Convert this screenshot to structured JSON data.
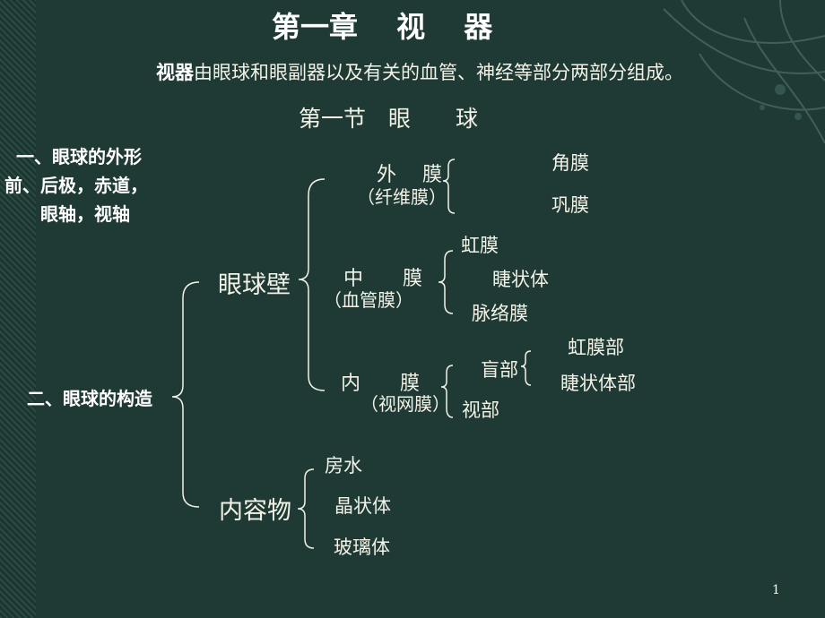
{
  "slide": {
    "title": "第一章　 视　 器",
    "intro_bold": "视器",
    "intro_rest": "由眼球和眼副器以及有关的血管、神经等部分两部分组成。",
    "section_title": "第一节　眼　　球",
    "left_heading1": [
      "一、眼球的外形",
      "前、后极，赤道，",
      "眼轴，视轴"
    ],
    "left_heading2": "二、眼球的构造",
    "page_number": "1"
  },
  "tree": {
    "wall": {
      "label": "眼球壁",
      "outer": {
        "label": "外　 膜",
        "sub": "（纤维膜）",
        "children": [
          "角膜",
          "巩膜"
        ]
      },
      "middle": {
        "label": "中　　膜",
        "sub": "（血管膜）",
        "children": [
          "虹膜",
          "睫状体",
          "脉络膜"
        ]
      },
      "inner": {
        "label": "内　　膜",
        "sub": "（视网膜）",
        "blind": {
          "label": "盲部",
          "children": [
            "虹膜部",
            "睫状体部"
          ]
        },
        "visual": "视部"
      }
    },
    "contents": {
      "label": "内容物",
      "children": [
        "房水",
        "晶状体",
        "玻璃体"
      ]
    }
  },
  "colors": {
    "background": "#1f3a35",
    "text": "#f2f2e6"
  }
}
